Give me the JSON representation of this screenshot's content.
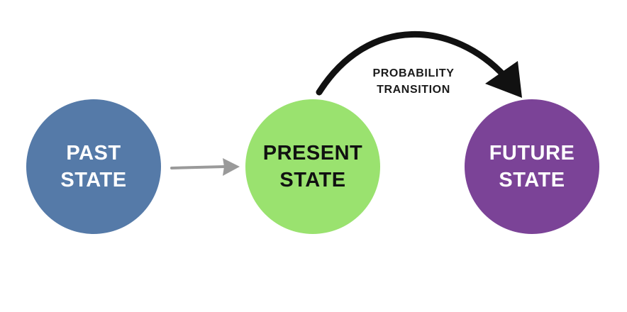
{
  "diagram": {
    "nodes": [
      {
        "id": "past",
        "line1": "PAST",
        "line2": "STATE",
        "fill": "#557aa8",
        "text_color": "#ffffff"
      },
      {
        "id": "present",
        "line1": "PRESENT",
        "line2": "STATE",
        "fill": "#9ae26f",
        "text_color": "#111111"
      },
      {
        "id": "future",
        "line1": "FUTURE",
        "line2": "STATE",
        "fill": "#7b4397",
        "text_color": "#ffffff"
      }
    ],
    "edges": [
      {
        "from": "past",
        "to": "present",
        "label": "",
        "color": "#9a9a9a"
      },
      {
        "from": "present",
        "to": "future",
        "label_line1": "PROBABILITY",
        "label_line2": "TRANSITION",
        "color": "#111111"
      }
    ]
  }
}
